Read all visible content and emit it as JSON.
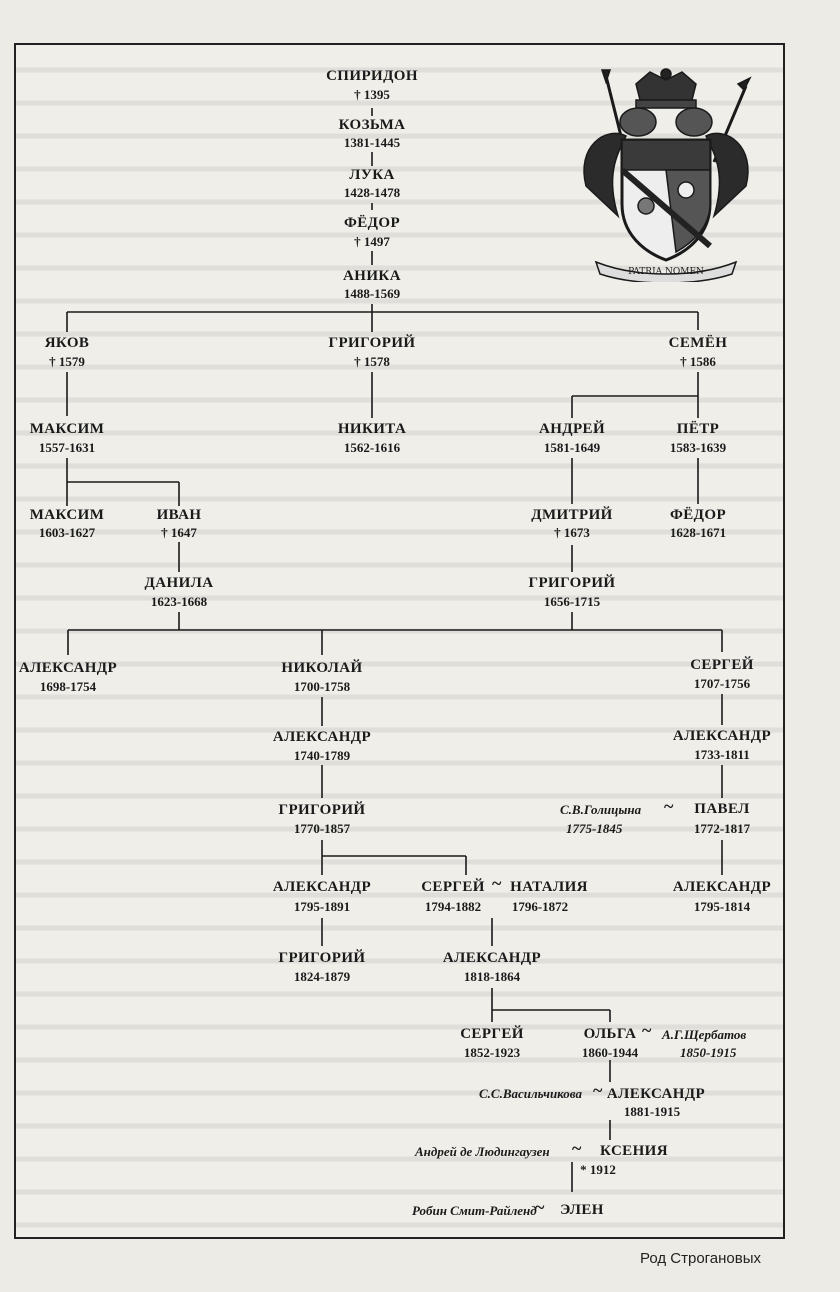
{
  "title": "Род Строгановых",
  "tree": {
    "spiridon": {
      "name": "СПИРИДОН",
      "dates": "† 1395"
    },
    "kozma": {
      "name": "КОЗЬМА",
      "dates": "1381-1445"
    },
    "luka": {
      "name": "ЛУКА",
      "dates": "1428-1478"
    },
    "fedor1": {
      "name": "ФЁДОР",
      "dates": "† 1497"
    },
    "anika": {
      "name": "АНИКА",
      "dates": "1488-1569"
    },
    "yakov": {
      "name": "ЯКОВ",
      "dates": "† 1579"
    },
    "grigoriy1": {
      "name": "ГРИГОРИЙ",
      "dates": "† 1578"
    },
    "semen": {
      "name": "СЕМЁН",
      "dates": "† 1586"
    },
    "maksim1": {
      "name": "МАКСИМ",
      "dates": "1557-1631"
    },
    "nikita": {
      "name": "НИКИТА",
      "dates": "1562-1616"
    },
    "andrey": {
      "name": "АНДРЕЙ",
      "dates": "1581-1649"
    },
    "petr": {
      "name": "ПЁТР",
      "dates": "1583-1639"
    },
    "maksim2": {
      "name": "МАКСИМ",
      "dates": "1603-1627"
    },
    "ivan": {
      "name": "ИВАН",
      "dates": "† 1647"
    },
    "dmitriy": {
      "name": "ДМИТРИЙ",
      "dates": "† 1673"
    },
    "fedor2": {
      "name": "ФЁДОР",
      "dates": "1628-1671"
    },
    "danila": {
      "name": "ДАНИЛА",
      "dates": "1623-1668"
    },
    "grigoriy2": {
      "name": "ГРИГОРИЙ",
      "dates": "1656-1715"
    },
    "aleksandr1": {
      "name": "АЛЕКСАНДР",
      "dates": "1698-1754"
    },
    "nikolay": {
      "name": "НИКОЛАЙ",
      "dates": "1700-1758"
    },
    "sergey1": {
      "name": "СЕРГЕЙ",
      "dates": "1707-1756"
    },
    "aleksandr2": {
      "name": "АЛЕКСАНДР",
      "dates": "1740-1789"
    },
    "aleksandr3": {
      "name": "АЛЕКСАНДР",
      "dates": "1733-1811"
    },
    "grigoriy3": {
      "name": "ГРИГОРИЙ",
      "dates": "1770-1857"
    },
    "pavel": {
      "name": "ПАВЕЛ",
      "dates": "1772-1817"
    },
    "pavel_spouse": {
      "name": "С.В.Голицына",
      "dates": "1775-1845"
    },
    "aleksandr4": {
      "name": "АЛЕКСАНДР",
      "dates": "1795-1891"
    },
    "sergey2": {
      "name": "СЕРГЕЙ",
      "dates": "1794-1882"
    },
    "nataliya": {
      "name": "НАТАЛИЯ",
      "dates": "1796-1872"
    },
    "aleksandr5": {
      "name": "АЛЕКСАНДР",
      "dates": "1795-1814"
    },
    "grigoriy4": {
      "name": "ГРИГОРИЙ",
      "dates": "1824-1879"
    },
    "aleksandr6": {
      "name": "АЛЕКСАНДР",
      "dates": "1818-1864"
    },
    "sergey3": {
      "name": "СЕРГЕЙ",
      "dates": "1852-1923"
    },
    "olga": {
      "name": "ОЛЬГА",
      "dates": "1860-1944"
    },
    "olga_spouse": {
      "name": "А.Г.Щербатов",
      "dates": "1850-1915"
    },
    "aleksandr7_spouse": {
      "name": "С.С.Васильчикова"
    },
    "aleksandr7": {
      "name": "АЛЕКСАНДР",
      "dates": "1881-1915"
    },
    "kseniya_spouse": {
      "name": "Андрей де Людингаузен"
    },
    "kseniya": {
      "name": "КСЕНИЯ",
      "dates": "* 1912"
    },
    "elen_spouse": {
      "name": "Робин Смит-Райленд"
    },
    "elen": {
      "name": "ЭЛЕН"
    }
  },
  "marriage_symbol": "~",
  "coat_of_arms_motto": "PATRIA NOMEN"
}
